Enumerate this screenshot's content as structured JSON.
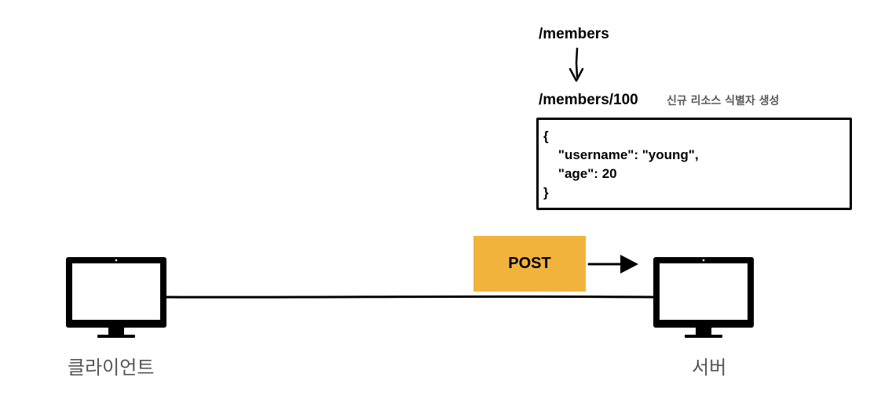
{
  "paths": {
    "collection": "/members",
    "new_resource": "/members/100",
    "new_resource_note": "신규 리소스 식별자 생성"
  },
  "request_body": {
    "lines": [
      "{",
      "    \"username\": \"young\",",
      "    \"age\": 20",
      "}"
    ]
  },
  "request": {
    "method": "POST",
    "method_color": "#f2b33d"
  },
  "nodes": {
    "client": {
      "label": "클라이언트",
      "icon": "monitor-icon"
    },
    "server": {
      "label": "서버",
      "icon": "monitor-icon"
    }
  }
}
